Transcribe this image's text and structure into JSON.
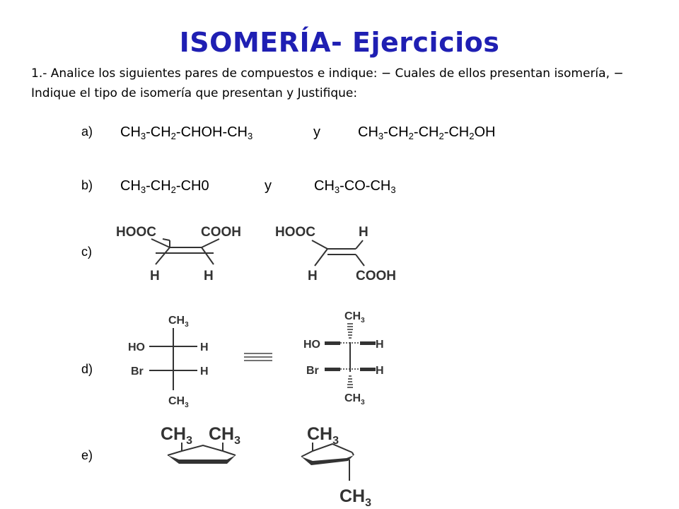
{
  "slide": {
    "title": "ISOMERÍA- Ejercicios",
    "intro": "1.- Analice los siguientes pares de compuestos e indique: − Cuales de ellos presentan isomería, − Indique el tipo de isomería que presentan y Justifique:"
  },
  "items": {
    "a": {
      "label": "a)",
      "left": [
        [
          "CH",
          "3"
        ],
        [
          "-CH",
          "2"
        ],
        [
          "-CHOH-CH",
          "3"
        ]
      ],
      "connector": "y",
      "right": [
        [
          "CH",
          "3"
        ],
        [
          "-CH",
          "2"
        ],
        [
          "-CH",
          "2"
        ],
        [
          "-CH",
          "2"
        ],
        [
          "OH",
          ""
        ]
      ]
    },
    "b": {
      "label": "b)",
      "left": [
        [
          "CH",
          "3"
        ],
        [
          "-CH",
          "2"
        ],
        [
          "-CH0",
          ""
        ]
      ],
      "connector": "y",
      "right": [
        [
          "CH",
          "3"
        ],
        [
          "-CO-CH",
          "3"
        ]
      ]
    },
    "c": {
      "label": "c)",
      "mol1": {
        "top_left": "HOOC",
        "top_right": "COOH",
        "bottom_left": "H",
        "bottom_right": "H"
      },
      "mol2": {
        "top_left": "HOOC",
        "top_right": "H",
        "bottom_left": "H",
        "bottom_right": "COOH"
      }
    },
    "d": {
      "label": "d)",
      "mol1": {
        "top": "CH3",
        "left1": "HO",
        "right1": "H",
        "left2": "Br",
        "right2": "H",
        "bottom": "CH3"
      },
      "mol2": {
        "top": "CH3",
        "left1": "HO",
        "right1": "H",
        "left2": "Br",
        "right2": "H",
        "bottom": "CH3"
      }
    },
    "e": {
      "label": "e)",
      "mol1": {
        "sub1": "CH3",
        "sub2": "CH3"
      },
      "mol2": {
        "sub1": "CH3",
        "sub2": "CH3"
      }
    }
  }
}
